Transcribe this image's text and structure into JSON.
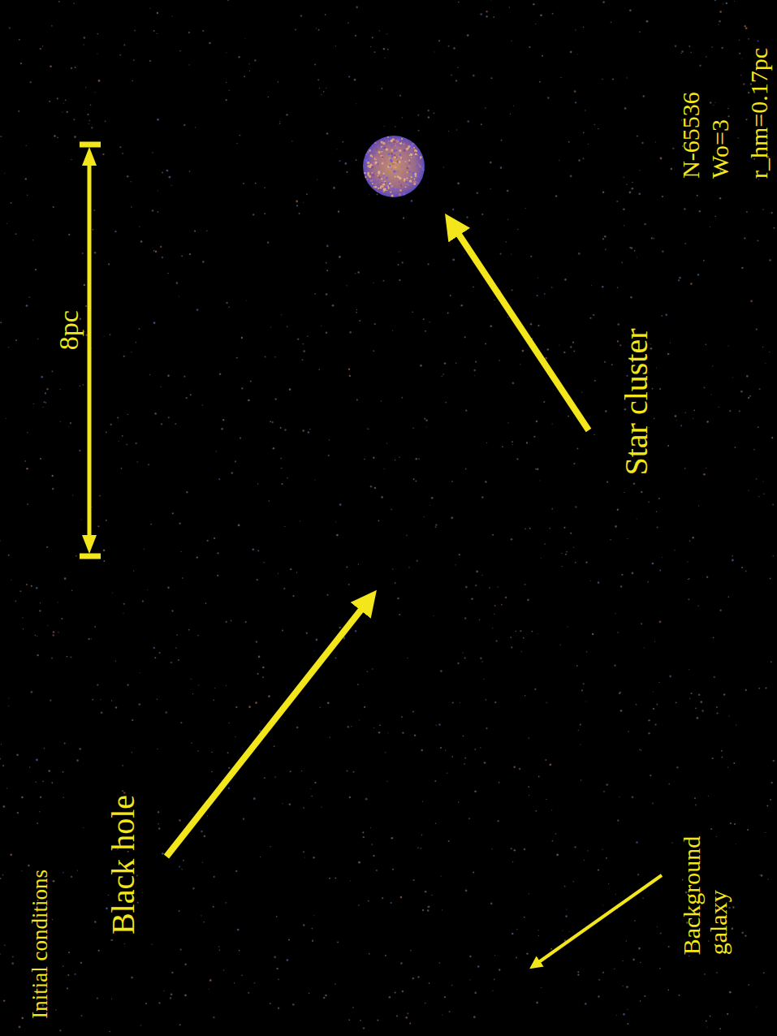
{
  "diagram": {
    "title": "Initial conditions",
    "labels": [
      "8pc",
      "Black hole",
      "Star cluster",
      "Background galaxy",
      "N-65536",
      "Wo=3",
      "r_hm=0.17pc"
    ]
  }
}
